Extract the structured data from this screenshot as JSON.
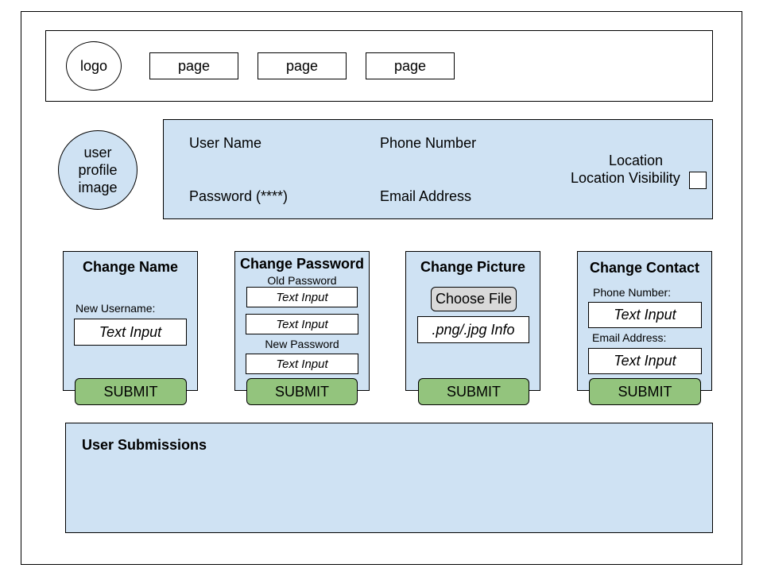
{
  "header": {
    "logo": "logo",
    "nav": [
      "page",
      "page",
      "page"
    ]
  },
  "profile": {
    "image_label": [
      "user",
      "profile",
      "image"
    ],
    "user_name": "User Name",
    "phone_number": "Phone Number",
    "location": "Location",
    "location_visibility": "Location Visibility",
    "password": "Password (****)",
    "email_address": "Email Address"
  },
  "cards": {
    "change_name": {
      "title": "Change Name",
      "label": "New Username:",
      "input": "Text Input",
      "submit": "SUBMIT"
    },
    "change_password": {
      "title": "Change Password",
      "old_label": "Old Password",
      "input_old": "Text Input",
      "input_mid": "Text Input",
      "new_label": "New Password",
      "input_new": "Text Input",
      "submit": "SUBMIT"
    },
    "change_picture": {
      "title": "Change Picture",
      "choose_file": "Choose File",
      "file_info": ".png/.jpg Info",
      "submit": "SUBMIT"
    },
    "change_contact": {
      "title": "Change Contact",
      "phone_label": "Phone Number:",
      "phone_input": "Text Input",
      "email_label": "Email Address:",
      "email_input": "Text Input",
      "submit": "SUBMIT"
    }
  },
  "submissions": {
    "title": "User Submissions"
  }
}
